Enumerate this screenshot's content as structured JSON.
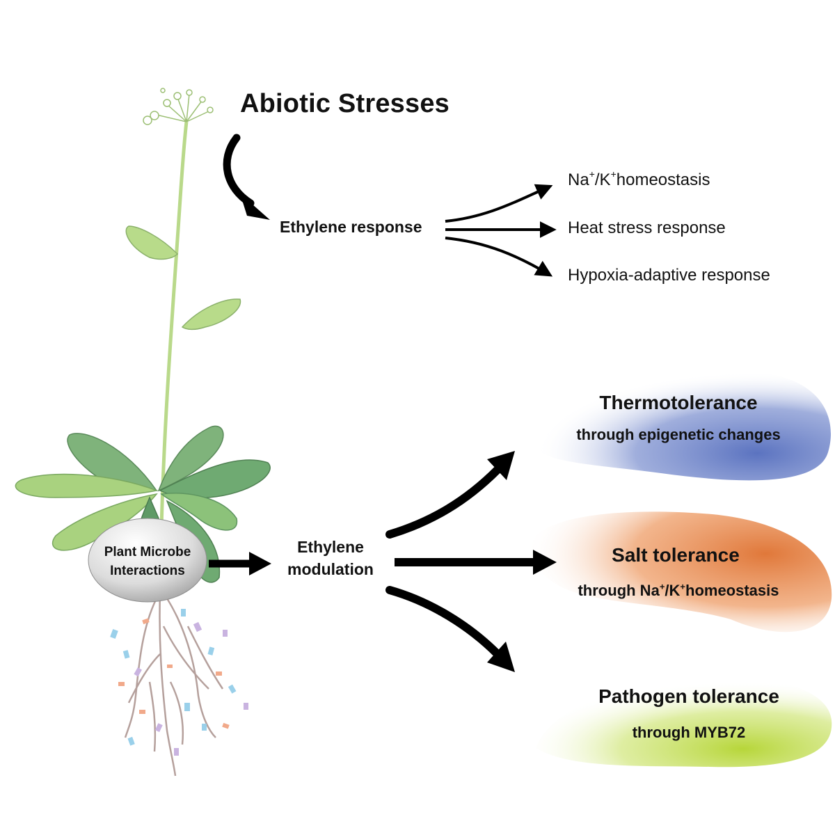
{
  "title": "Abiotic Stresses",
  "ethylene_response": "Ethylene response",
  "outcomes": [
    {
      "label": "homeostasis",
      "prefix": "Na",
      "sup1": "+",
      "mid": "/K",
      "sup2": "+"
    },
    {
      "label": "Heat stress response"
    },
    {
      "label": "Hypoxia-adaptive response"
    }
  ],
  "microbe": {
    "line1": "Plant Microbe",
    "line2": "Interactions"
  },
  "ethylene_modulation": {
    "line1": "Ethylene",
    "line2": "modulation"
  },
  "tolerances": [
    {
      "title": "Thermotolerance",
      "subtitle": "through epigenetic changes",
      "color": "#5b73c0"
    },
    {
      "title": "Salt tolerance",
      "subtitle_pre": "through Na",
      "sup1": "+",
      "mid": "/K",
      "sup2": "+",
      "subtitle_post": "homeostasis",
      "color": "#e0783a"
    },
    {
      "title": "Pathogen tolerance",
      "subtitle": "through MYB72",
      "color": "#b7d63a"
    }
  ],
  "colors": {
    "stem": "#b9d98a",
    "leaf_light": "#a9d27f",
    "leaf_dark": "#6faa72",
    "root": "#b9a4a0",
    "arrow": "#000000"
  }
}
